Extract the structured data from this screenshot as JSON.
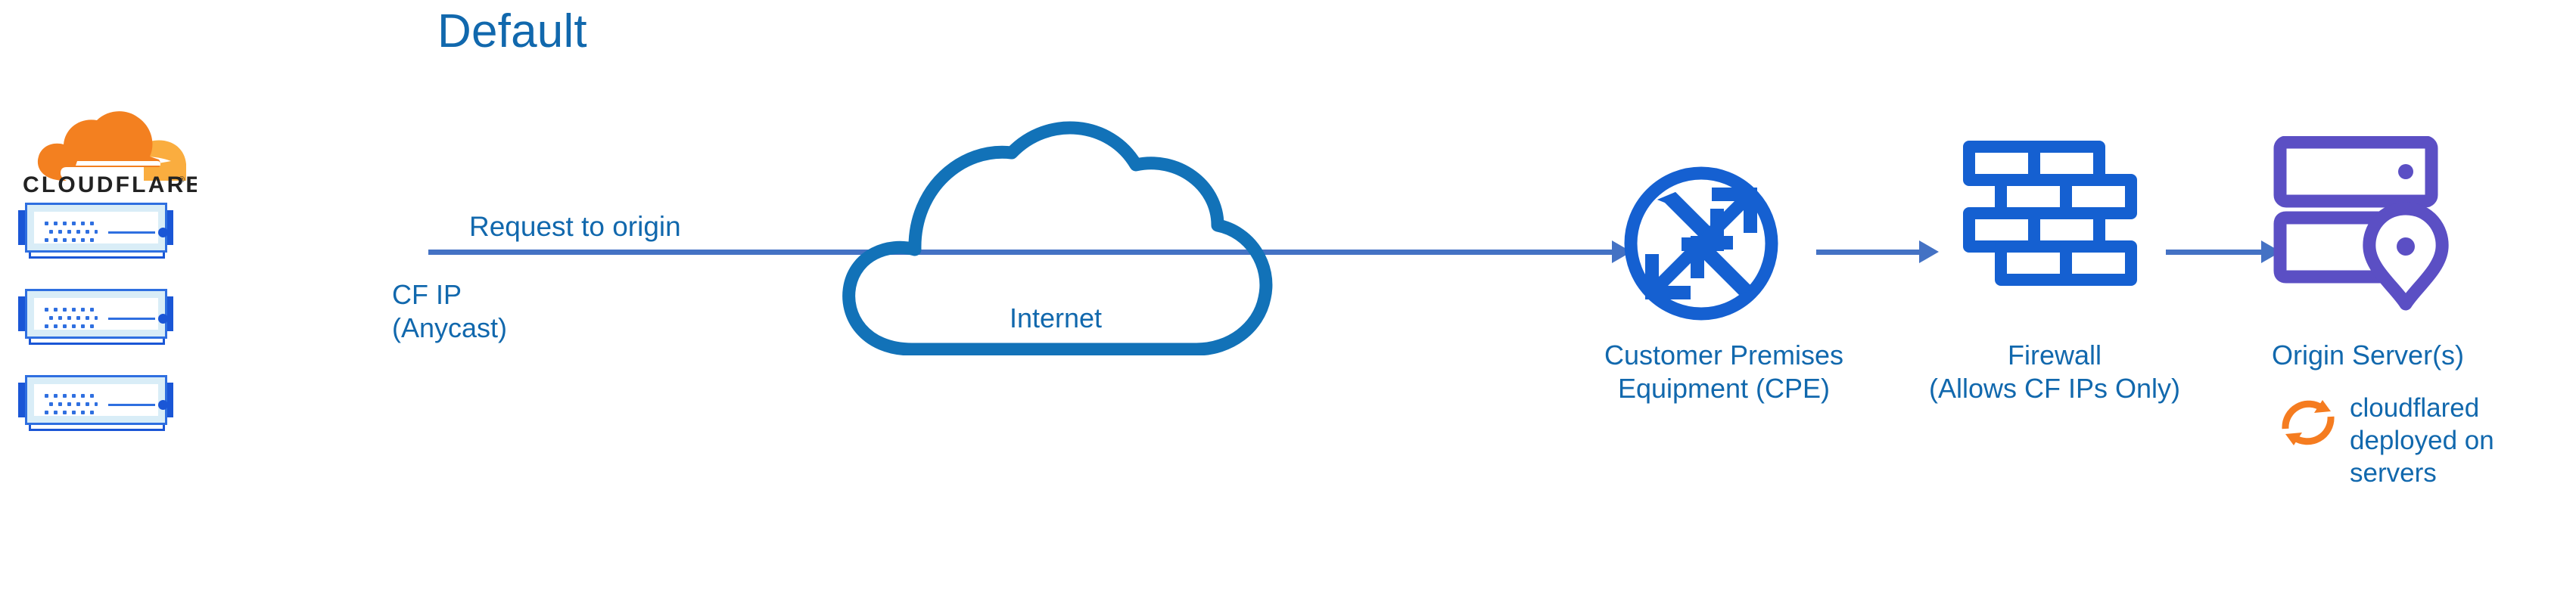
{
  "title": "Default",
  "colors": {
    "title_blue": "#1168ad",
    "label_blue": "#1168ad",
    "arrow_blue": "#4472c4",
    "node_blue": "#1560d1",
    "cloud_blue": "#1272b8",
    "origin_purple": "#5b4fc4",
    "cloudflare_orange": "#f38020",
    "cloudflare_orange_light": "#faad3f",
    "rack_fill": "#d9edf7"
  },
  "brand": {
    "logo_name": "cloudflare-logo",
    "wordmark": "CLOUDFLARE",
    "trademark": "®"
  },
  "edge": {
    "rack_count": 3,
    "rack_label": "cloudflare-edge-server"
  },
  "labels": {
    "request_to_origin": "Request to origin",
    "cf_ip": "CF IP\n(Anycast)",
    "internet": "Internet",
    "cpe": "Customer Premises\nEquipment (CPE)",
    "firewall": "Firewall\n(Allows CF IPs Only)",
    "origin_server": "Origin Server(s)",
    "cloudflared": "cloudflared\ndeployed on\nservers"
  },
  "icons": {
    "internet": "cloud-icon",
    "cpe": "router-icon",
    "firewall": "brick-wall-icon",
    "origin": "server-location-icon",
    "cloudflared": "sync-arrows-icon"
  },
  "flow": {
    "arrows": [
      {
        "name": "arrow-edge-to-cpe",
        "from": "cloudflare-edge",
        "to": "cpe",
        "label": "Request to origin"
      },
      {
        "name": "arrow-cpe-to-firewall",
        "from": "cpe",
        "to": "firewall",
        "label": ""
      },
      {
        "name": "arrow-firewall-to-origin",
        "from": "firewall",
        "to": "origin",
        "label": ""
      }
    ]
  }
}
